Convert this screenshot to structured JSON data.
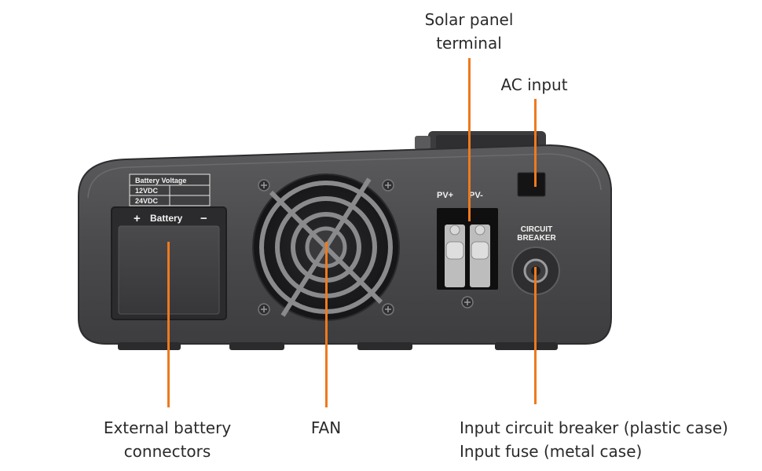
{
  "callouts": {
    "solar_panel_terminal": [
      "Solar panel",
      "terminal"
    ],
    "ac_input": "AC input",
    "external_battery_connectors": [
      "External battery",
      "connectors"
    ],
    "fan": "FAN",
    "input_breaker": [
      "Input circuit breaker (plastic case)",
      "Input fuse (metal case)"
    ]
  },
  "device_labels": {
    "battery_voltage_title": "Battery Voltage",
    "voltage_12": "12VDC",
    "voltage_24": "24VDC",
    "battery": "Battery",
    "battery_plus": "+",
    "battery_minus": "−",
    "pv_plus": "PV+",
    "pv_minus": "PV-",
    "circuit": "CIRCUIT",
    "breaker": "BREAKER"
  },
  "colors": {
    "leader": "#ee7a1e",
    "body": "#4b4b4d",
    "panel": "#3a3a3c"
  }
}
